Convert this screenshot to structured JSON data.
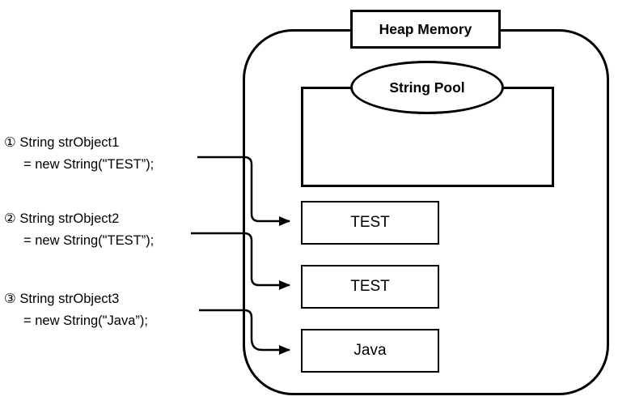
{
  "diagram": {
    "heap_title": "Heap Memory",
    "string_pool_title": "String Pool",
    "heap_boxes": [
      {
        "label": "TEST"
      },
      {
        "label": "TEST"
      },
      {
        "label": "Java"
      }
    ],
    "code_labels": [
      {
        "line1": "① String strObject1",
        "line2": "= new String(\"TEST”);"
      },
      {
        "line1": "② String strObject2",
        "line2": "= new String(\"TEST”);"
      },
      {
        "line1": "③ String strObject3",
        "line2": "= new String(\"Java”);"
      }
    ],
    "colors": {
      "line": "#000000",
      "background": "#ffffff",
      "text": "#000000"
    }
  }
}
